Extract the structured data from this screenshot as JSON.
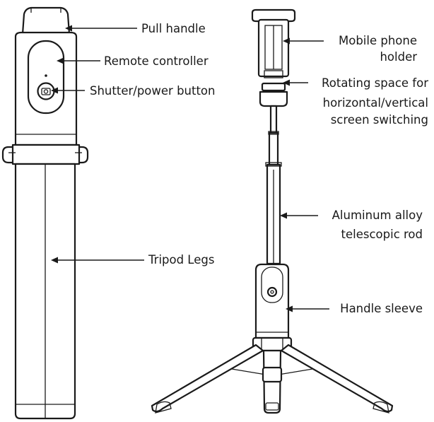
{
  "labels": {
    "pull_handle": "Pull handle",
    "remote_controller": "Remote controller",
    "shutter_button": "Shutter/power button",
    "tripod_legs": "Tripod Legs",
    "phone_holder_line1": "Mobile phone",
    "phone_holder_line2": "holder",
    "rotating_line1": "Rotating space for",
    "rotating_line2": "horizontal/vertical",
    "rotating_line3": "screen switching",
    "rod_line1": "Aluminum alloy",
    "rod_line2": "telescopic rod",
    "handle_sleeve": "Handle sleeve"
  },
  "colors": {
    "ink": "#1a1a1a",
    "background": "#ffffff"
  }
}
